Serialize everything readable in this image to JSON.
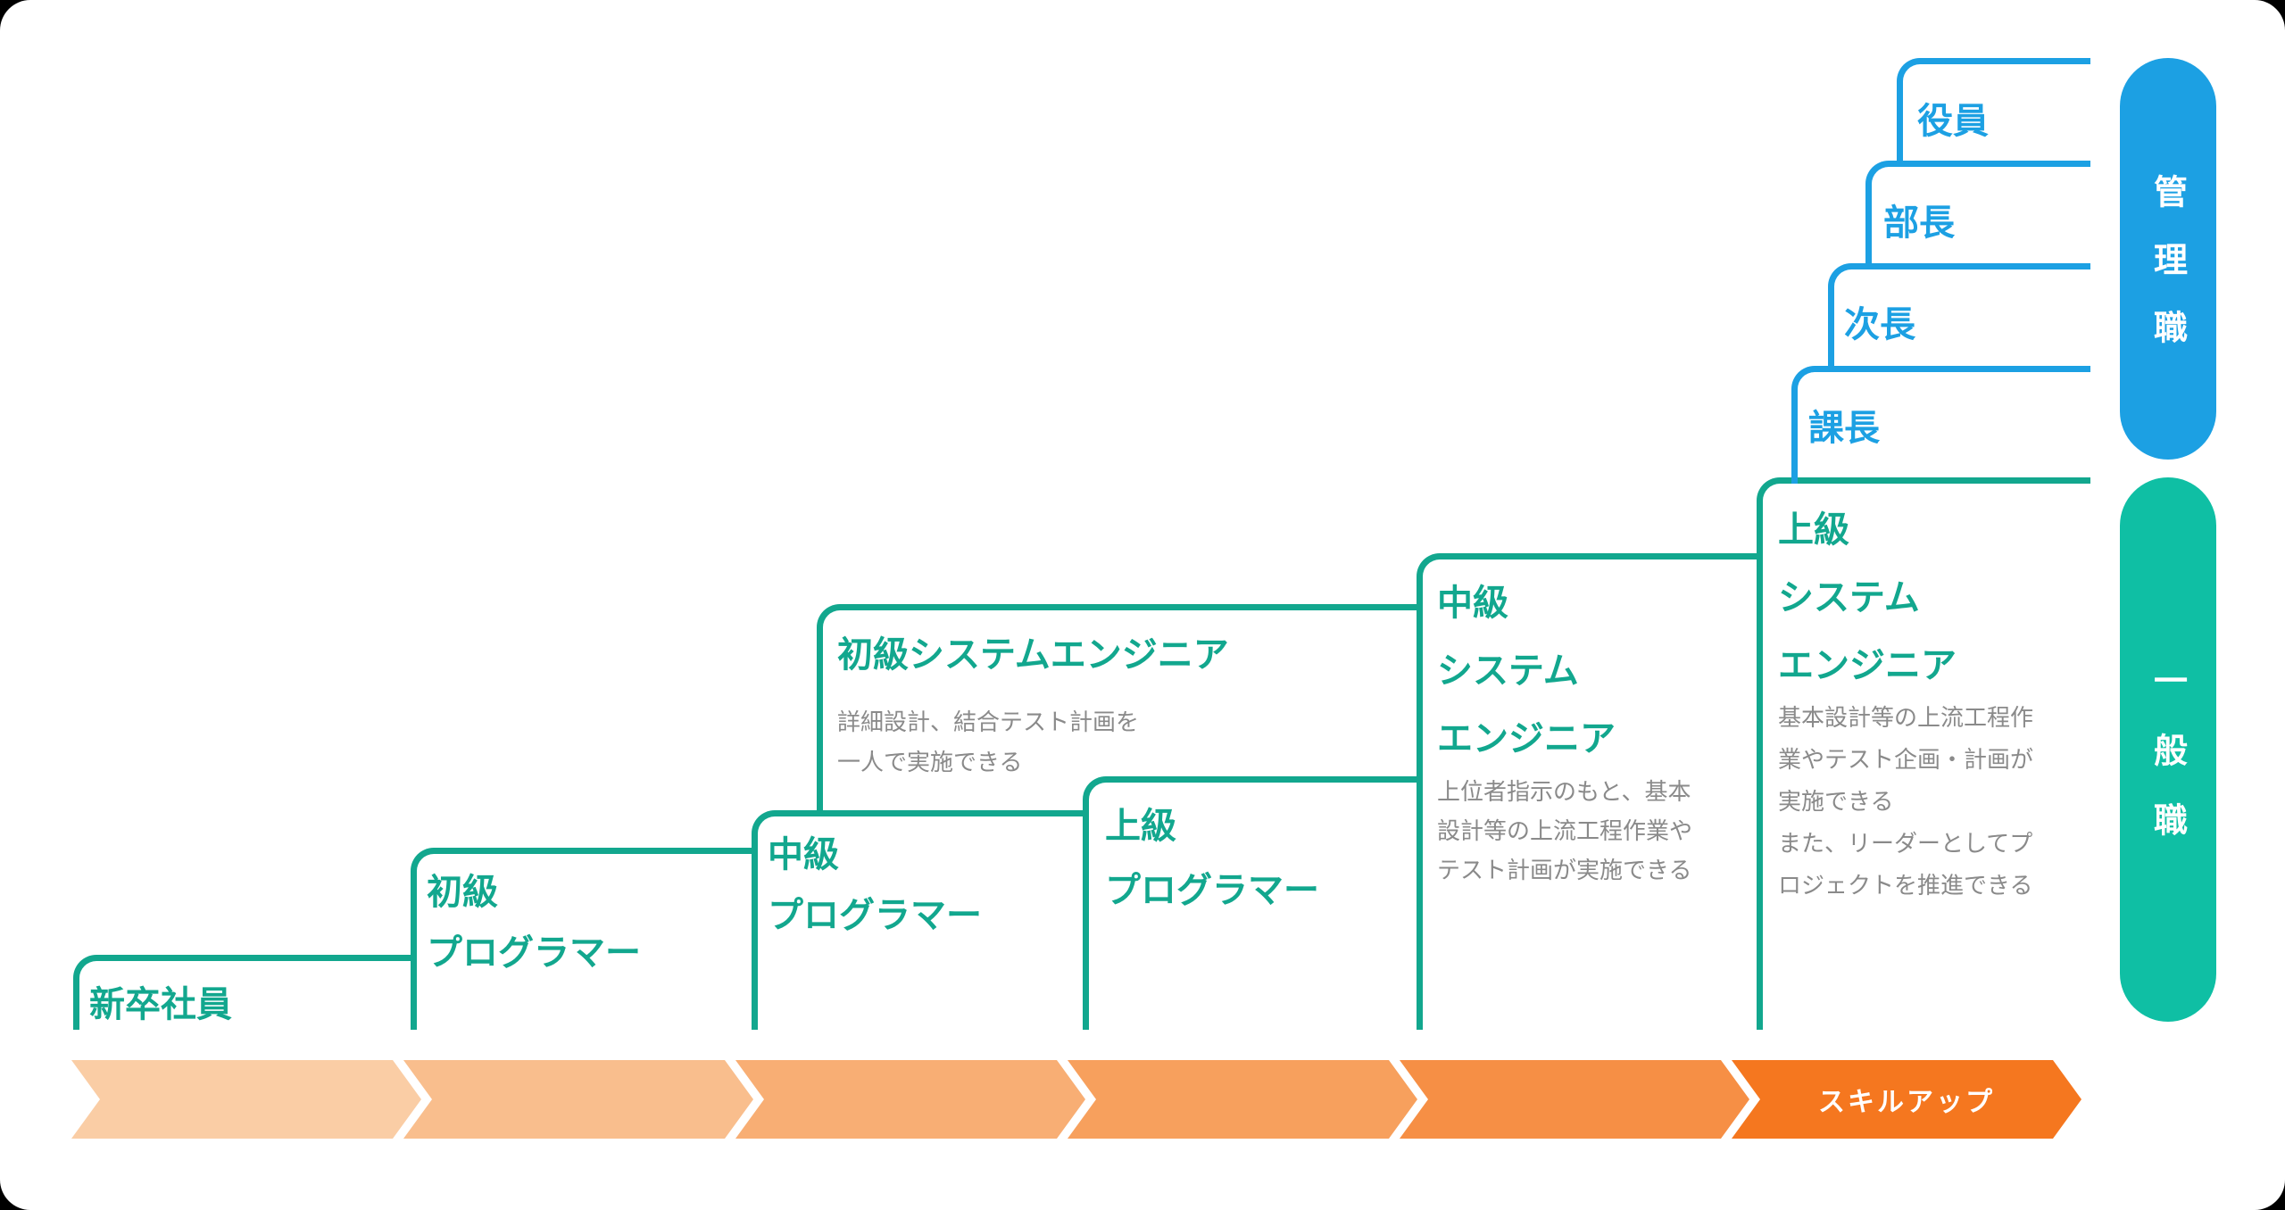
{
  "diagram_title": "career-path-staircase",
  "palette": {
    "teal_step_border": "#12A78E",
    "teal_title_text": "#12A78E",
    "teal_pill": "#0FBFA4",
    "blue_step_border": "#1CA0E3",
    "blue_title_text": "#1CA0E3",
    "blue_pill": "#1CA0E3",
    "description_gray": "#8A8A8A",
    "surface_white": "#FFFFFF",
    "page_background": "#000000"
  },
  "tracks": {
    "general": {
      "pill_label": "一般職",
      "steps": [
        {
          "key": "shinsotsu-shain",
          "title_lines": [
            "新卒社員"
          ]
        },
        {
          "key": "junior-programmer",
          "title_lines": [
            "初級",
            "プログラマー"
          ]
        },
        {
          "key": "middle-programmer",
          "title_lines": [
            "中級",
            "プログラマー"
          ]
        },
        {
          "key": "senior-programmer",
          "title_lines": [
            "上級",
            "プログラマー"
          ]
        },
        {
          "key": "junior-system-engineer",
          "title_lines": [
            "初級システムエンジニア"
          ],
          "desc_lines": [
            "詳細設計、結合テスト計画を",
            "一人で実施できる"
          ]
        },
        {
          "key": "middle-system-engineer",
          "title_lines": [
            "中級",
            "システム",
            "エンジニア"
          ],
          "desc_lines": [
            "上位者指示のもと、基本",
            "設計等の上流工程作業や",
            "テスト計画が実施できる"
          ]
        },
        {
          "key": "senior-system-engineer",
          "title_lines": [
            "上級",
            "システム",
            "エンジニア"
          ],
          "desc_lines": [
            "基本設計等の上流工程作",
            "業やテスト企画・計画が",
            "実施できる",
            "また、リーダーとしてプ",
            "ロジェクトを推進できる"
          ]
        }
      ]
    },
    "management": {
      "pill_label": "管理職",
      "steps": [
        {
          "key": "kacho",
          "title": "課長"
        },
        {
          "key": "jicho",
          "title": "次長"
        },
        {
          "key": "bucho",
          "title": "部長"
        },
        {
          "key": "yakuin",
          "title": "役員"
        }
      ]
    }
  },
  "skill_arrow": {
    "label": "スキルアップ",
    "segment_colors": [
      "#FACDA5",
      "#F9BE8D",
      "#F8AE74",
      "#F7A05D",
      "#F68F45",
      "#F5771F"
    ]
  }
}
